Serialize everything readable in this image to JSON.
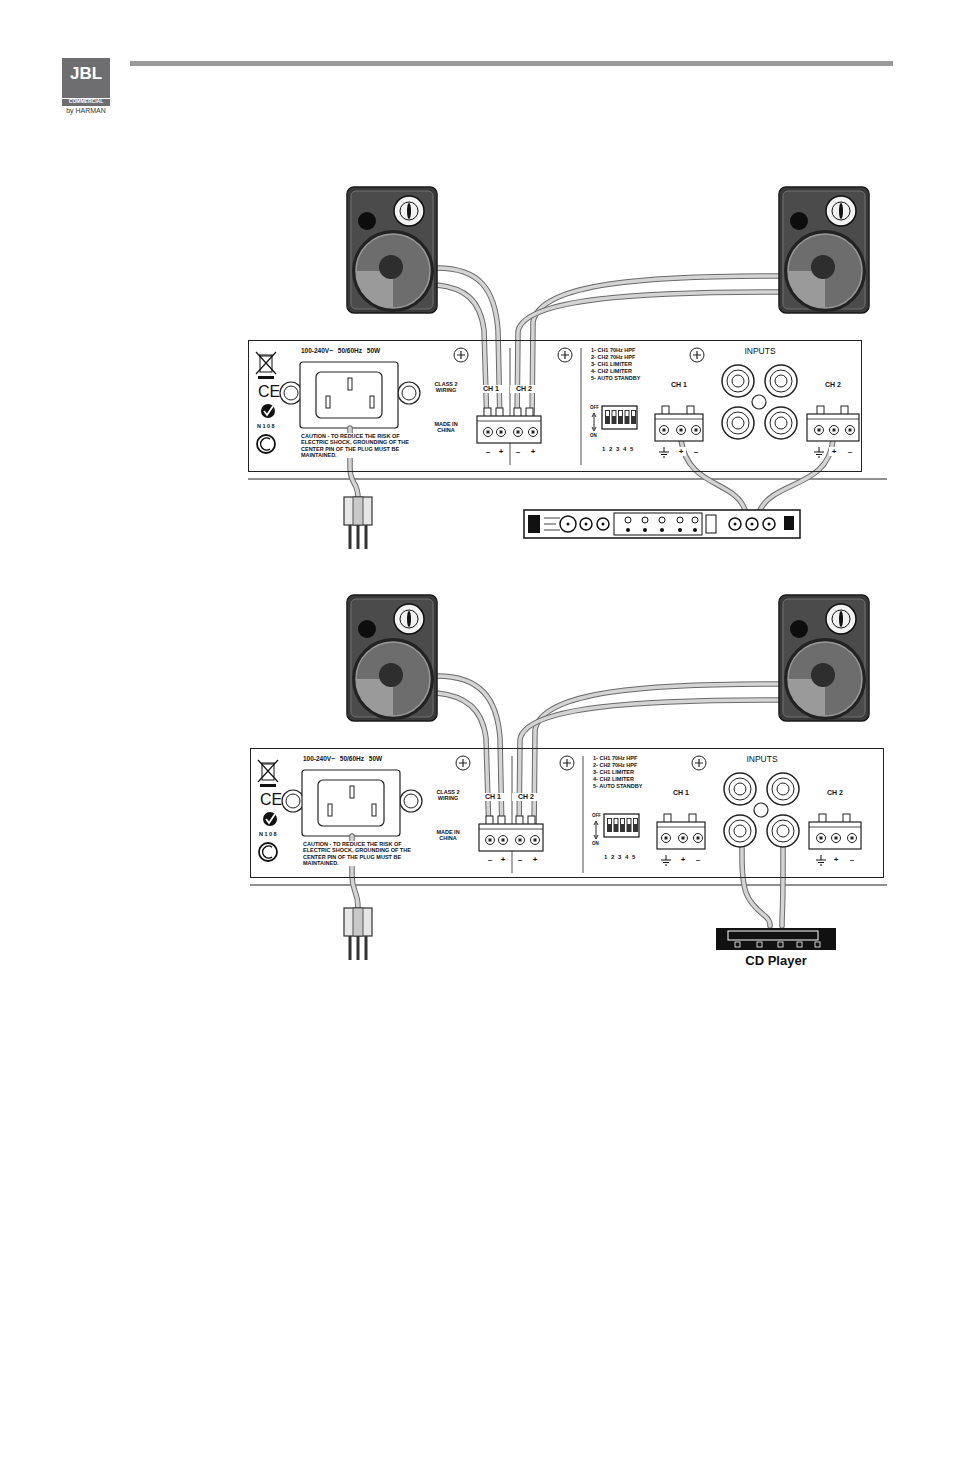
{
  "diagram": {
    "nodes": [
      {
        "text": [
          "100-240V~ 50/60Hz 50W",
          "CLASS 2 WIRING",
          "MADE IN CHINA",
          "CAUTION - TO REDUCE THE RISK OF ELECTRIC SHOCK, GROUNDING OF THE CENTER PIN OF THE PLUG MUST BE MAINTAINED.",
          "CE",
          "N108"
        ]
      },
      {
        "text": [
          "CH 1",
          "CH 2",
          "–",
          "+",
          "–",
          "+"
        ],
        "in": 0
      },
      {
        "text": [
          "1- CH1 70Hz HPF",
          "2- CH2 70Hz HPF",
          "3- CH1 LIMITER",
          "4- CH2 LIMITER",
          "5- AUTO STANDBY",
          "OFF",
          "ON",
          "1 2 3 4 5"
        ],
        "in": 0
      },
      {
        "text": [
          "CH 1",
          "+",
          "–"
        ],
        "in": 0
      },
      {
        "text": [
          "INPUTS"
        ],
        "in": 0
      },
      {
        "text": [
          "CH 2",
          "+",
          "–"
        ],
        "in": 0
      },
      {
        "text": [
          "100-240V~ 50/60Hz 50W",
          "CLASS 2 WIRING",
          "MADE IN CHINA",
          "CAUTION - TO REDUCE THE RISK OF ELECTRIC SHOCK, GROUNDING OF THE CENTER PIN OF THE PLUG MUST BE MAINTAINED.",
          "CE",
          "N108"
        ]
      },
      {
        "text": [
          "CH 1",
          "CH 2",
          "–",
          "+",
          "–",
          "+"
        ],
        "in": 6
      },
      {
        "text": [
          "1- CH1 70Hz HPF",
          "2- CH2 70Hz HPF",
          "3- CH1 LIMITER",
          "4- CH2 LIMITER",
          "5- AUTO STANDBY",
          "OFF",
          "ON",
          "1 2 3 4 5"
        ],
        "in": 6
      },
      {
        "text": [
          "CH 1",
          "+",
          "–"
        ],
        "in": 6
      },
      {
        "text": [
          "INPUTS"
        ],
        "in": 6
      },
      {
        "text": [
          "CH 2",
          "+",
          "–"
        ],
        "in": 6
      },
      {
        "text": [
          "CD Player"
        ]
      }
    ],
    "edges": [
      {
        "from": 12,
        "to": 10,
        "arrow": "none"
      },
      {
        "from": 12,
        "to": 10,
        "arrow": "none"
      }
    ],
    "labels": [
      "JBL",
      "COMMERCIAL",
      "by HARMAN"
    ]
  }
}
